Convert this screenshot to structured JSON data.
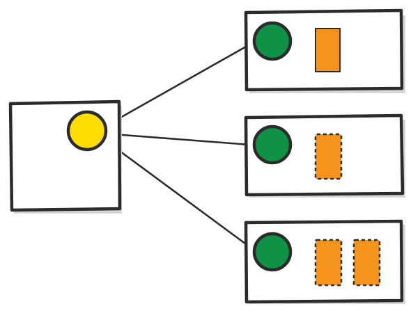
{
  "colors": {
    "source_node": "#ffdd00",
    "target_node": "#0f9246",
    "block_fill": "#f7941d",
    "ink": "#2b2b2b",
    "box_fill": "#ffffff"
  },
  "source": {
    "node_color_name": "yellow"
  },
  "targets": [
    {
      "node_color_name": "green",
      "blocks": [
        {
          "style": "solid"
        }
      ]
    },
    {
      "node_color_name": "green",
      "blocks": [
        {
          "style": "dashed"
        }
      ]
    },
    {
      "node_color_name": "green",
      "blocks": [
        {
          "style": "dashed"
        },
        {
          "style": "dashed"
        }
      ]
    }
  ]
}
